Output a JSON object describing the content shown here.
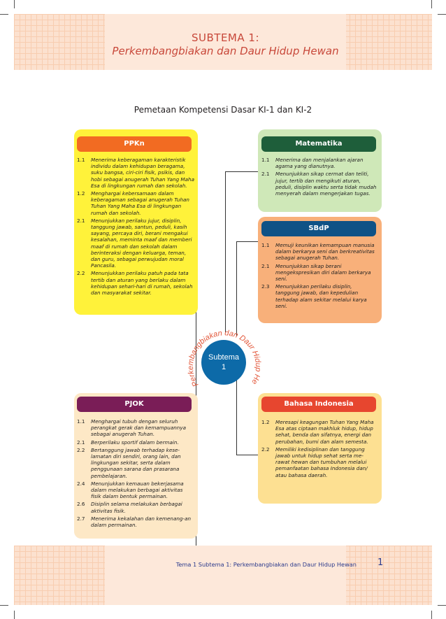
{
  "header": {
    "subtema": "SUBTEMA 1:",
    "title": "Perkembangbiakan dan Daur Hidup Hewan"
  },
  "section_title": "Pemetaan Kompetensi Dasar KI-1 dan KI-2",
  "center": {
    "label_line1": "Subtema",
    "label_line2": "1",
    "arc_text": "Perkembangbiakan dan Daur Hidup Hewan"
  },
  "boxes": {
    "ppkn": {
      "title": "PPKn",
      "items": [
        {
          "num": "1.1",
          "text": "Menerima keberagaman karakteristik individu dalam kehidupan beragama, suku bangsa, ciri-ciri fisik, psikis, dan hobi sebagai anugerah Tuhan Yang Maha Esa di lingkungan rumah dan sekolah."
        },
        {
          "num": "1.2",
          "text": "Menghargai kebersamaan dalam keberagaman sebagai anugerah Tuhan Tuhan Yang Maha Esa di lingkungan rumah dan sekolah."
        },
        {
          "num": "2.1",
          "text": "Menunjukkan perilaku jujur, disiplin, tanggung jawab, santun, peduli, kasih sayang, percaya diri, berani mengakui kesalahan, meminta maaf dan memberi maaf di rumah dan sekolah dalam berinteraksi dengan keluarga, teman, dan guru, sebagai perwujudan moral Pancasila."
        },
        {
          "num": "2.2",
          "text": "Menunjukkan perilaku patuh pada tata tertib dan aturan yang berlaku dalam kehidupan sehari-hari di rumah, sekolah dan masyarakat sekitar."
        }
      ]
    },
    "matematika": {
      "title": "Matematika",
      "items": [
        {
          "num": "1.1",
          "text": "Menerima dan menjalankan ajaran agama yang dianutnya."
        },
        {
          "num": "2.1",
          "text": "Menunjukkan sikap cermat dan teliti, jujur, tertib dan mengikuti aturan, peduli, disiplin waktu serta tidak mudah menyerah dalam mengerjakan tugas."
        }
      ]
    },
    "sbdp": {
      "title": "SBdP",
      "items": [
        {
          "num": "1.1",
          "text": "Memuji keunikan kemampuan manusia dalam berkarya seni dan berkreativitas sebagai anugerah Tuhan."
        },
        {
          "num": "2.1",
          "text": "Menunjukkan sikap berani mengekspresikan diri dalam berkarya seni."
        },
        {
          "num": "2.3",
          "text": "Menunjukkan perilaku disiplin, tanggung jawab, dan kepedulian terhadap alam sekitar melalui karya seni."
        }
      ]
    },
    "pjok": {
      "title": "PJOK",
      "items": [
        {
          "num": "1.1",
          "text": "Menghargai tubuh dengan seluruh perangkat gerak dan kemampuannya sebagai anugerah Tuhan."
        },
        {
          "num": "2.1",
          "text": "Berperilaku sportif dalam bermain."
        },
        {
          "num": "2.2",
          "text": "Bertanggung jawab terhadap kese-lamatan diri sendiri, orang lain, dan lingkungan sekitar, serta dalam penggunaan sarana dan prasarana pembelajaran."
        },
        {
          "num": "2.4",
          "text": "Menunjukkan kemauan bekerjasama dalam melakukan berbagai aktivitas fisik dalam bentuk permainan."
        },
        {
          "num": "2.6",
          "text": "Disiplin selama melakukan berbagai aktivitas fisik."
        },
        {
          "num": "2.7",
          "text": "Menerima kekalahan dan kemenang-an dalam permainan."
        }
      ]
    },
    "bahasa": {
      "title": "Bahasa Indonesia",
      "items": [
        {
          "num": "1.2",
          "text": "Meresapi keagungan Tuhan Yang Maha Esa atas ciptaan makhluk hidup, hidup sehat, benda dan sifatnya, energi dan perubahan, bumi dan alam semesta."
        },
        {
          "num": "2.2",
          "text": "Memiliki kedisiplinan dan tanggung jawab untuk hidup sehat serta me-rawat hewan dan tumbuhan melalui pemanfaatan bahasa Indonesia dan/ atau bahasa daerah."
        }
      ]
    }
  },
  "footer": {
    "text": "Tema 1 Subtema 1: Perkembangbiakan dan Daur Hidup Hewan",
    "page": "1"
  },
  "colors": {
    "ppkn_bg": "#fff23a",
    "ppkn_head": "#f26b22",
    "matematika_bg": "#cfe8b8",
    "matematika_head": "#1e5e3a",
    "sbdp_bg": "#f8b07a",
    "sbdp_head": "#0f5286",
    "pjok_bg": "#fde8c6",
    "pjok_head": "#7a1d57",
    "bahasa_bg": "#fde092",
    "bahasa_head": "#e7462f",
    "center_circle": "#0d6aa8",
    "arc_text": "#e2573a"
  }
}
